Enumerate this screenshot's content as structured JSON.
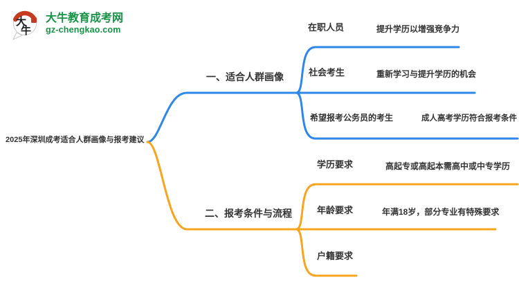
{
  "logo": {
    "icon_char_top": "大",
    "icon_char_bottom": "牛",
    "site_name": "大牛教育成考网",
    "site_url": "gz-chengkao.com",
    "green": "#169347",
    "red": "#c63b1f"
  },
  "root": {
    "title": "2025年深圳成考适合人群画像与报考建议"
  },
  "colors": {
    "branch1": "#2c87e8",
    "branch2": "#f9a41f",
    "text": "#333333"
  },
  "branches": [
    {
      "label": "一、适合人群画像",
      "color": "#2c87e8",
      "children": [
        {
          "label": "在职人员",
          "detail": "提升学历以增强竞争力"
        },
        {
          "label": "社会考生",
          "detail": "重新学习与提升学历的机会"
        },
        {
          "label": "希望报考公务员的考生",
          "detail": "成人高考学历符合报考条件"
        }
      ]
    },
    {
      "label": "二、报考条件与流程",
      "color": "#f9a41f",
      "children": [
        {
          "label": "学历要求",
          "detail": "高起专或高起本需高中或中专学历"
        },
        {
          "label": "年龄要求",
          "detail": "年满18岁，部分专业有特殊要求"
        },
        {
          "label": "户籍要求",
          "detail": ""
        }
      ]
    }
  ]
}
